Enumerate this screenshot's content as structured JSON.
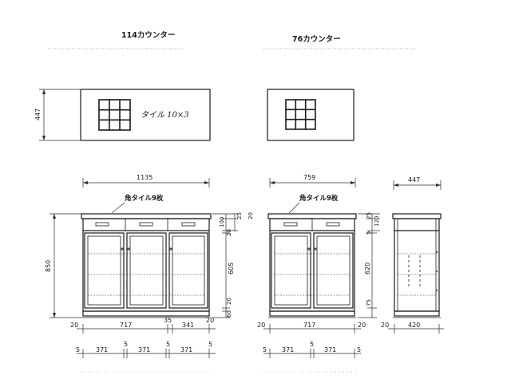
{
  "titles": {
    "left": "114カウンター",
    "right": "76カウンター"
  },
  "notes": {
    "tile_left": "角タイル9枚",
    "tile_right": "角タイル9枚",
    "handwriting": "タイル 10×3"
  },
  "dims": {
    "top_depth": "447",
    "left_width": "1135",
    "right_width": "759",
    "side_depth": "447",
    "height": "850",
    "lv_25": "25",
    "lv_20a": "20",
    "lv_100": "100",
    "lv_20b": "20",
    "lv_605": "605",
    "lv_20c": "20",
    "lv_60": "60",
    "rv_25": "25",
    "rv_5": "5",
    "rv_120": "120",
    "rv_620": "620",
    "rv_75": "75",
    "lb1_20a": "20",
    "lb1_717": "717",
    "lb1_35": "35",
    "lb1_341": "341",
    "lb1_20b": "20",
    "lb2_5a": "5",
    "lb2_371a": "371",
    "lb2_5b": "5",
    "lb2_371b": "371",
    "lb2_5c": "5",
    "lb2_371c": "371",
    "lb2_5d": "5",
    "rb1_20a": "20",
    "rb1_717": "717",
    "rb1_20b": "20",
    "rb2_5a": "5",
    "rb2_371a": "371",
    "rb2_5b": "5",
    "rb2_371b": "371",
    "rb2_5c": "5",
    "sb_20": "20",
    "sb_420": "420"
  }
}
